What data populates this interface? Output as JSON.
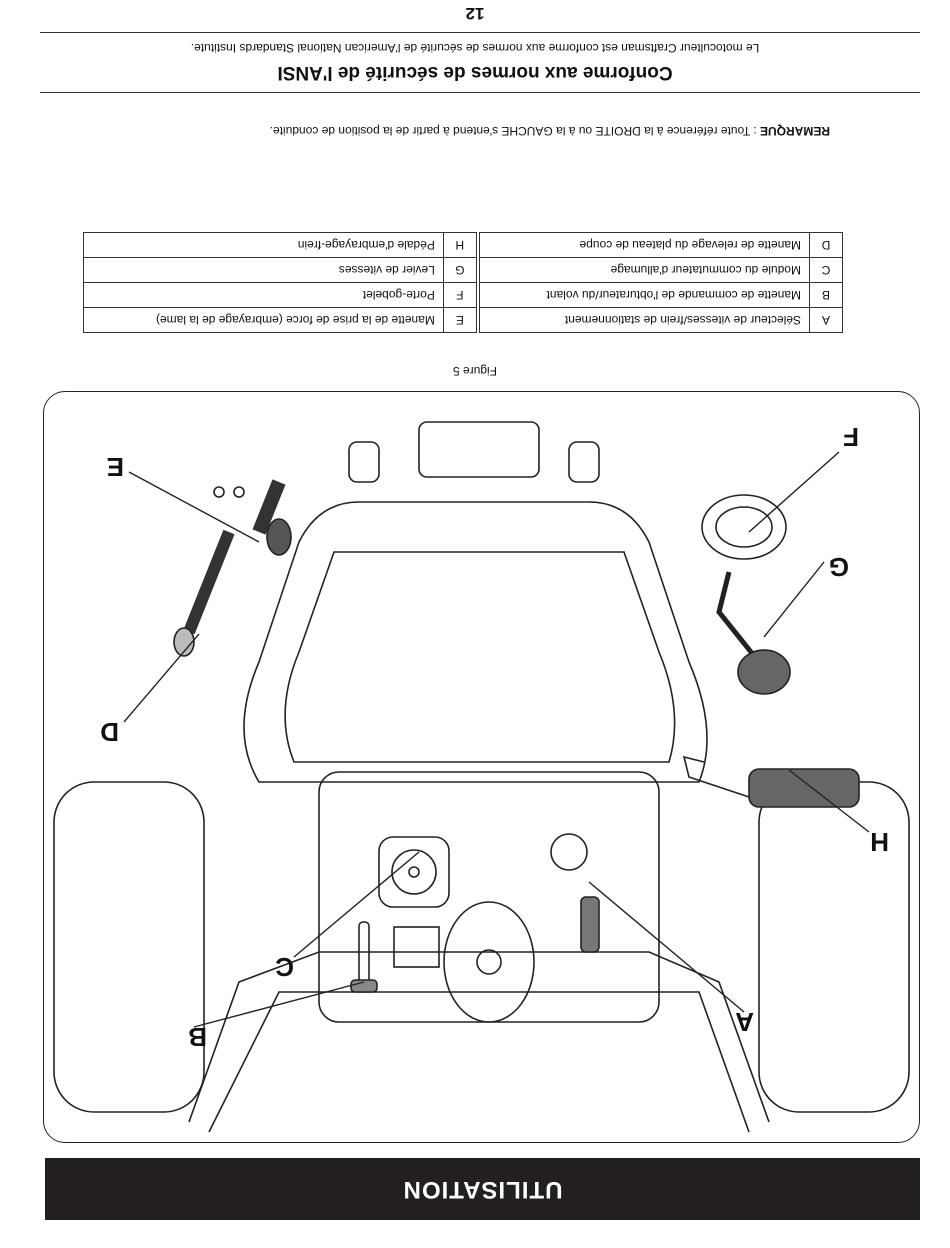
{
  "banner": {
    "title": "UTILISATION"
  },
  "figure": {
    "caption": "Figure 5",
    "callouts": [
      "A",
      "B",
      "C",
      "D",
      "E",
      "F",
      "G",
      "H"
    ]
  },
  "legend": {
    "rows": [
      {
        "left_key": "A",
        "left_text": "Sélecteur de vitesses/frein de stationnement",
        "right_key": "E",
        "right_text": "Manette de la prise de force (embrayage de la lame)"
      },
      {
        "left_key": "B",
        "left_text": "Manette de commande de l'obturateur/du volant",
        "right_key": "F",
        "right_text": "Porte-gobelet"
      },
      {
        "left_key": "C",
        "left_text": "Module du commutateur d'allumage",
        "right_key": "G",
        "right_text": "Levier de vitesses"
      },
      {
        "left_key": "D",
        "left_text": "Manette de relevage du plateau de coupe",
        "right_key": "H",
        "right_text": "Pédale d'embrayage-frein"
      }
    ]
  },
  "note": {
    "label": "REMARQUE",
    "text": " : Toute référence à la DROITE ou à la GAUCHE s'entend à partir de la position de conduite."
  },
  "section": {
    "title": "Conforme aux normes de sécurité de l'ANSI",
    "text": "Le motoculteur Craftsman est conforme aux normes de sécurité de l'American National Standards Institute."
  },
  "page_number": "12"
}
